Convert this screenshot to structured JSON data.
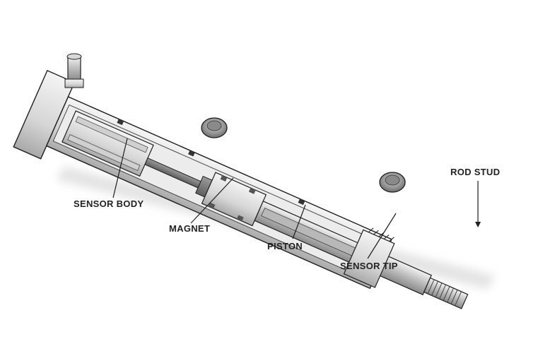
{
  "diagram": {
    "labels": {
      "sensor_body": "SENSOR BODY",
      "magnet": "MAGNET",
      "piston": "PISTON",
      "sensor_tip": "SENSOR TIP",
      "rod_stud": "ROD STUD"
    }
  },
  "colors": {
    "metal_light": "#ececec",
    "metal_mid": "#bdbdbd",
    "metal_dark": "#7a7a7a",
    "outline": "#1e1e1e",
    "label": "#222222"
  }
}
